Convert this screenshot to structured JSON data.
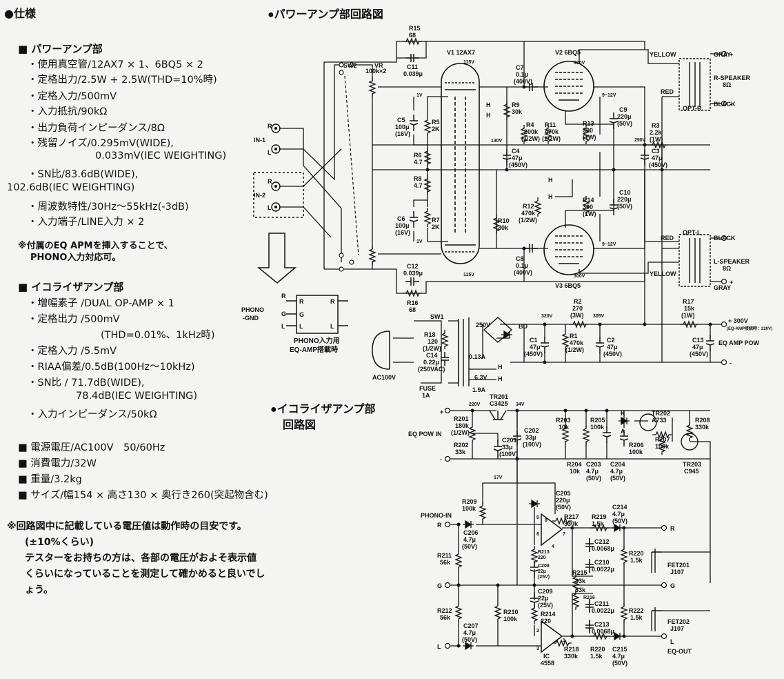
{
  "spec": {
    "heading": "●仕様",
    "power_amp": {
      "title": "■ パワーアンプ部",
      "items": [
        "・使用真空管/12AX7 × 1、6BQ5 × 2",
        "・定格出力/2.5W + 2.5W(THD=10%時)",
        "・定格入力/500mV",
        "・入力抵抗/90kΩ",
        "・出力負荷インピーダンス/8Ω",
        "・残留ノイズ/0.295mV(WIDE),",
        "0.033mV(IEC WEIGHTING)",
        "・SN比/83.6dB(WIDE),",
        "102.6dB(IEC WEIGHTING)",
        "・周波数特性/30Hz～55kHz(-3dB)",
        "・入力端子/LINE入力 × 2"
      ],
      "note_line1": "※付属のEQ APMを挿入することで、",
      "note_line2": "PHONO入力対応可。"
    },
    "eq_amp": {
      "title": "■ イコライザアンプ部",
      "items": [
        "・増幅素子 /DUAL OP-AMP × 1",
        "・定格出力 /500mV",
        "(THD=0.01%、1kHz時)",
        "・定格入力 /5.5mV",
        "・RIAA偏差/0.5dB(100Hz～10kHz)",
        "・SN比 / 71.7dB(WIDE),",
        "78.4dB(IEC WEIGHTING)",
        "・入力インピーダンス/50kΩ"
      ]
    },
    "general": [
      "■ 電源電圧/AC100V　50/60Hz",
      "■ 消費電力/32W",
      "■ 重量/3.2kg",
      "■ サイズ/幅154 × 高さ130 × 奥行き260(突起物含む)"
    ],
    "footnote": [
      "※回路図中に記載している電圧値は動作時の目安です。",
      "(±10%くらい)",
      "テスターをお持ちの方は、各部の電圧がおよそ表示値",
      "くらいになっていることを測定して確かめると良いでし",
      "ょう。"
    ]
  },
  "power_amp_diagram": {
    "title": "●パワーアンプ部回路図",
    "tubes": {
      "v1": "V1 12AX7",
      "v2": "V2 6BQ5",
      "v3": "V3 6BQ5"
    },
    "labels": {
      "sw2": "SW2",
      "vr": "VR",
      "vr_val": "100k×2",
      "in1": "IN-1",
      "in2": "IN-2",
      "r": "R",
      "l": "L",
      "r15": "R15",
      "r15v": "68",
      "c11": "C11",
      "c11v": "0.039μ",
      "c12": "C12",
      "c12v": "0.039μ",
      "r16": "R16",
      "r16v": "68",
      "c7": "C7",
      "c7v1": "0.1μ",
      "c7v2": "(400V)",
      "c8": "C8",
      "c8v1": "0.1μ",
      "c8v2": "(400V)",
      "r9": "R9",
      "r9v": "30k",
      "r10": "R10",
      "r10v": "30k",
      "c5": "C5",
      "c5v": "100μ",
      "c5w": "(16V)",
      "c6": "C6",
      "c6v": "100μ",
      "c6w": "(16V)",
      "r5": "R5",
      "r5v": "2K",
      "r7": "R7",
      "r7v": "2K",
      "r6": "R6",
      "r6v": "4.7",
      "r8": "R8",
      "r8v": "4.7",
      "r4": "R4",
      "r4v": "200k",
      "r4w": "(1/2W)",
      "r11": "R11",
      "r11v": "470k",
      "r11w": "(1/2W)",
      "r12": "R12",
      "r12v": "470k",
      "r12w": "(1/2W)",
      "c4": "C4",
      "c4v": "47μ",
      "c4w": "(450V)",
      "r13": "R13",
      "r13v": "390",
      "r13w": "(1W)",
      "r14": "R14",
      "r14v": "390",
      "r14w": "(1W)",
      "c9": "C9",
      "c9v": "220μ",
      "c9w": "(50V)",
      "c10": "C10",
      "c10v": "220μ",
      "c10w": "(50V)",
      "r3": "R3",
      "r3v": "2.2k",
      "r3w": "(1W)",
      "c3": "C3",
      "c3v": "47μ",
      "c3w": "(450V)",
      "v_1v_a": "1V",
      "v_1v_b": "1V",
      "v_115_a": "115V",
      "v_115_b": "115V",
      "v_130": "130V",
      "v_300_a": "300V",
      "v_300_b": "300V",
      "v_290": "290V",
      "v_912_a": "9~12V",
      "v_912_b": "9~12V",
      "h": "H",
      "yellow": "YELLOW",
      "gray": "GRAY",
      "red": "RED",
      "black": "BLACK",
      "r_speaker": "R-SPEAKER",
      "l_speaker": "L-SPEAKER",
      "ohm8": "8Ω",
      "opt_r": "OPT-R",
      "opt_l": "OPT-L",
      "plus": "+",
      "minus": "-",
      "phono_gnd1": "PHONO",
      "phono_gnd2": "-GND",
      "g": "G",
      "eq_caption1": "PHONO入力用",
      "eq_caption2": "EQ-AMP搭載時",
      "sw1": "SW1",
      "r18": "R18",
      "r18v": "120",
      "r18w": "(1/2W)",
      "c14": "C14",
      "c14v": "0.22μ",
      "c14w": "(250VAC)",
      "ac100v": "AC100V",
      "fuse": "FUSE",
      "fuse_v": "1A",
      "t250v": "250V",
      "t013a": "0.13A",
      "t63v": "6.3V",
      "t19a": "1.9A",
      "bd": "BD",
      "v320": "320V",
      "v305": "305V",
      "r2": "R2",
      "r2v": "270",
      "r2w": "(3W)",
      "r1": "R1",
      "r1v": "470k",
      "r1w": "(1/2W)",
      "c1": "C1",
      "c1v": "47μ",
      "c1w": "(450V)",
      "c2": "C2",
      "c2v": "47μ",
      "c2w": "(450V)",
      "r17": "R17",
      "r17v": "15k",
      "r17w": "(1W)",
      "c13": "C13",
      "c13v": "47μ",
      "c13w": "(450V)",
      "v300_out": "+ 300V",
      "v300_note": "(EQ-AMP接続時：220V)",
      "eq_amp_pow": "EQ AMP POW"
    }
  },
  "eq_amp_diagram": {
    "title_line1": "●イコライザアンプ部",
    "title_line2": "回路図",
    "labels": {
      "eq_pow_in": "EQ POW IN",
      "v220": "220V",
      "v34": "34V",
      "v17": "17V",
      "tr201": "TR201",
      "tr201v": "C3425",
      "r201": "R201",
      "r201v": "180k",
      "r201w": "(1/2W)",
      "r202": "R202",
      "r202v": "33k",
      "c201": "C201",
      "c201v": "33μ",
      "c201w": "(100V)",
      "c202": "C202",
      "c202v": "33μ",
      "c202w": "(100V)",
      "r203": "R203",
      "r203v": "10k",
      "r204": "R204",
      "r204v": "10k",
      "r205": "R205",
      "r205v": "100k",
      "c203": "C203",
      "c203v": "4.7μ",
      "c203w": "(50V)",
      "c204": "C204",
      "c204v": "4.7μ",
      "c204w": "(50V)",
      "k": "K",
      "a": "A",
      "tr202": "TR202",
      "tr202v": "A733",
      "r206": "R206",
      "r206v": "100k",
      "r207": "R207",
      "r207v": "100k",
      "r208": "R208",
      "r208v": "330k",
      "tr203": "TR203",
      "tr203v": "C945",
      "phono_in": "PHONO-IN",
      "r": "R",
      "g": "G",
      "l": "L",
      "r209": "R209",
      "r209v": "100k",
      "c205": "C205",
      "c205v": "220μ",
      "c205w": "(50V)",
      "c206": "C206",
      "c206v": "4.7μ",
      "c206w": "(50V)",
      "c207": "C207",
      "c207v": "4.7μ",
      "c207w": "(50V)",
      "r211": "R211",
      "r211v": "56k",
      "r212": "R212",
      "r212v": "56k",
      "r210": "R210",
      "r210v": "100k",
      "r213": "R213",
      "r213v": "220",
      "c208": "C208",
      "c208v": "22μ",
      "c208w": "(25V)",
      "c209": "C209",
      "c209v": "22μ",
      "c209w": "(25V)",
      "r214": "R214",
      "r214v": "220",
      "r215": "R215",
      "r215v": "33k",
      "r216": "R216",
      "r216v": "33k",
      "r217": "R217",
      "r217v": "330k",
      "r218": "R218",
      "r218v": "330k",
      "r219": "R219",
      "r219v": "1.5k",
      "r220a": "R220",
      "r220av": "1.5k",
      "c214": "C214",
      "c214v": "4.7μ",
      "c214w": "(50V)",
      "c215": "C215",
      "c215v": "4.7μ",
      "c215w": "(50V)",
      "c212": "C212",
      "c212v": "0.0068μ",
      "c213": "C213",
      "c213v": "0.0068μ",
      "c210": "C210",
      "c210v": "0.0022μ",
      "c211": "C211",
      "c211v": "0.0022μ",
      "r220": "R220",
      "r220v": "1.5k",
      "r222": "R222",
      "r222v": "1.5k",
      "fet201": "FET201",
      "fet201v": "J107",
      "fet202": "FET202",
      "fet202v": "J107",
      "ic": "IC",
      "icv": "4558",
      "eq_out": "EQ-OUT",
      "pin8": "8",
      "pin7": "7",
      "pin6": "6",
      "pin5": "5",
      "pin4": "4",
      "pin1": "1",
      "pin2": "2",
      "pin3": "3",
      "plus": "+",
      "minus": "-"
    }
  }
}
